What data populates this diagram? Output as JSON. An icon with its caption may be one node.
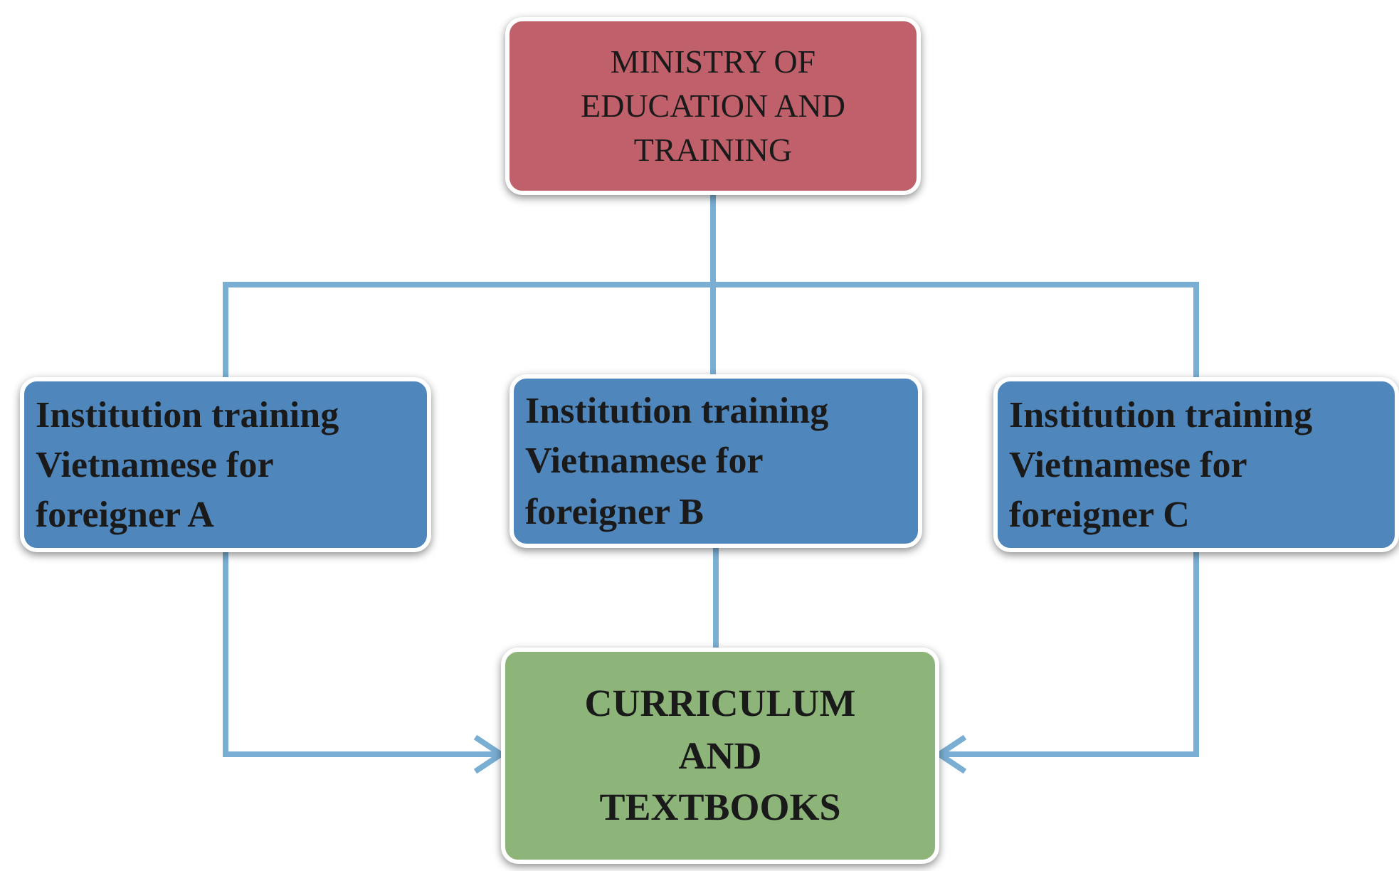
{
  "diagram": {
    "nodes": [
      {
        "text": [
          "MINISTRY OF EDUCATION AND TRAINING"
        ]
      },
      {
        "text": [
          "Institution training Vietnamese for foreigner A"
        ]
      },
      {
        "text": [
          "Institution training Vietnamese for foreigner B"
        ]
      },
      {
        "text": [
          "Institution training Vietnamese for foreigner C"
        ]
      },
      {
        "text": [
          "CURRICULUM AND TEXTBOOKS"
        ]
      }
    ],
    "edges": [
      {
        "from": 0,
        "to": 1,
        "arrow": "none"
      },
      {
        "from": 0,
        "to": 2,
        "arrow": "none"
      },
      {
        "from": 0,
        "to": 3,
        "arrow": "none"
      },
      {
        "from": 1,
        "to": 4,
        "arrow": "to"
      },
      {
        "from": 2,
        "to": 4,
        "arrow": "none"
      },
      {
        "from": 3,
        "to": 4,
        "arrow": "to"
      }
    ]
  }
}
